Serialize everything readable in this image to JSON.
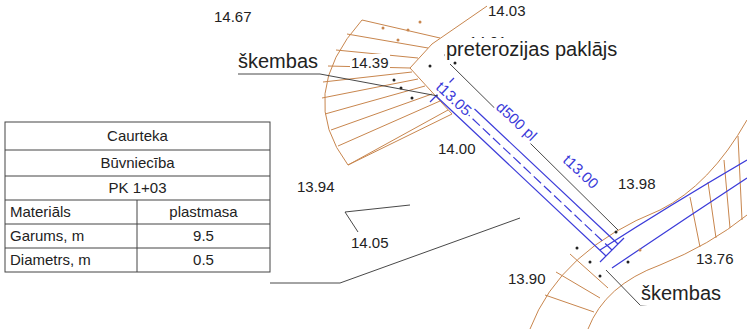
{
  "diagram": {
    "labels": [
      "14.67",
      "14.03",
      "14.01",
      "škembas",
      "14.39",
      "preterozijas paklājs",
      "t13.05",
      "14.00",
      "d500 pl",
      "13.94",
      "t13.00",
      "13.98",
      "14.05",
      "13.90",
      "13.76",
      "škembas",
      "Caurteka",
      "Būvniecība",
      "PK 1+03",
      "Materiāls",
      "plastmasa",
      "Garums, m",
      "9.5",
      "Diametrs, m",
      "0.5"
    ]
  }
}
